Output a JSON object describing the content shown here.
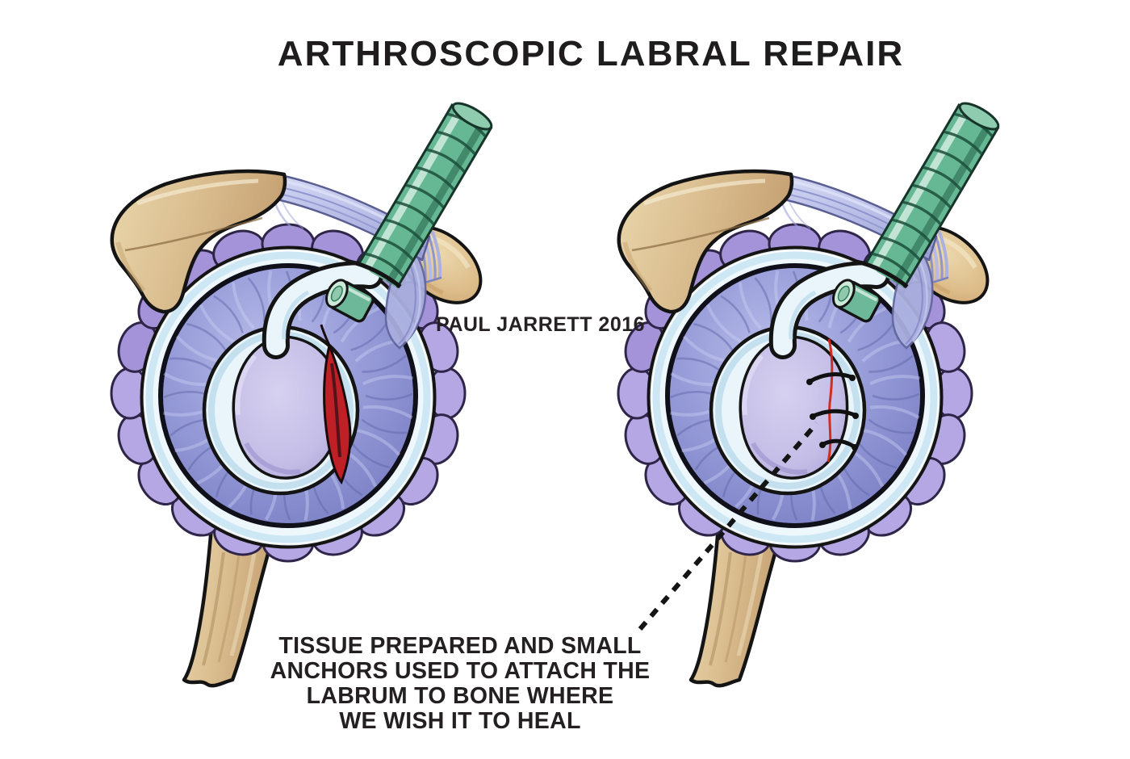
{
  "title": "ARTHROSCOPIC LABRAL REPAIR",
  "credit": "PAUL JARRETT 2016",
  "caption": {
    "lines": [
      "TISSUE PREPARED AND SMALL",
      "ANCHORS USED TO ATTACH THE",
      "LABRUM TO BONE WHERE",
      "WE WISH IT TO HEAL"
    ]
  },
  "colors": {
    "background": "#ffffff",
    "text": "#242021",
    "bone_tan": "#dcc49c",
    "labrum_purple": "#b1a2e0",
    "fibrous_blue": "#8a8fd0",
    "cartilage_white": "#ecf6fb",
    "instrument_green": "#66b794",
    "tear_red": "#bf2026",
    "suture_black": "#141414"
  }
}
